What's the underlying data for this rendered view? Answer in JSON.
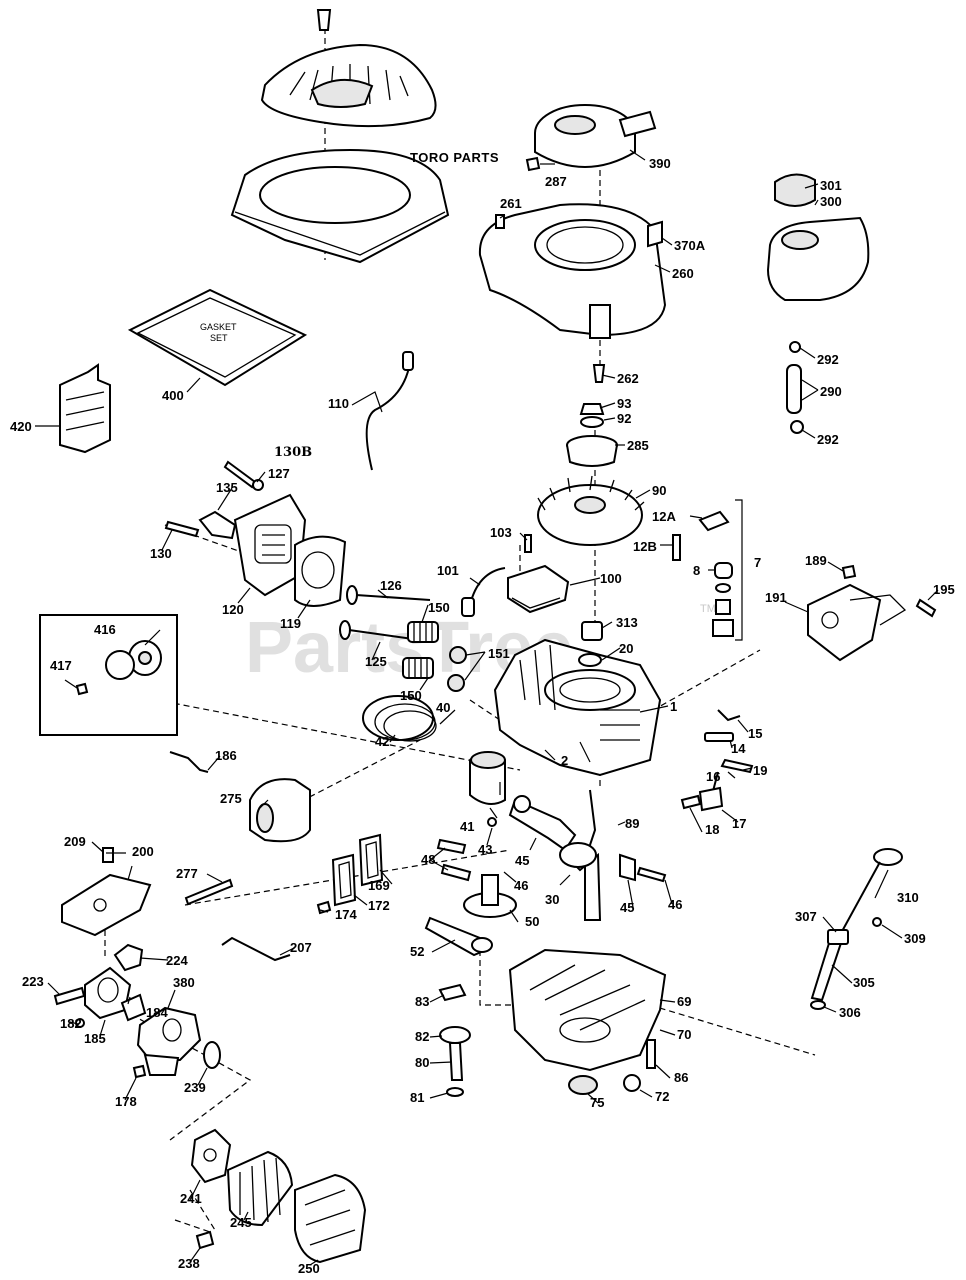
{
  "header": {
    "toro_parts": "TORO PARTS"
  },
  "watermark": {
    "text": "PartsTree",
    "tm": "TM"
  },
  "gasket_label": {
    "line1": "GASKET",
    "line2": "SET"
  },
  "callouts": {
    "c1": "1",
    "c2": "2",
    "c7": "7",
    "c8": "8",
    "c12a": "12A",
    "c12b": "12B",
    "c14": "14",
    "c15": "15",
    "c16": "16",
    "c17": "17",
    "c18": "18",
    "c19": "19",
    "c20": "20",
    "c30": "30",
    "c40": "40",
    "c41": "41",
    "c42": "42",
    "c43": "43",
    "c45a": "45",
    "c45b": "45",
    "c46a": "46",
    "c46b": "46",
    "c48": "48",
    "c50": "50",
    "c52": "52",
    "c69": "69",
    "c70": "70",
    "c72": "72",
    "c75": "75",
    "c80": "80",
    "c81": "81",
    "c82": "82",
    "c83": "83",
    "c86": "86",
    "c89": "89",
    "c90": "90",
    "c92": "92",
    "c93": "93",
    "c100": "100",
    "c101": "101",
    "c103": "103",
    "c110": "110",
    "c119": "119",
    "c120": "120",
    "c125": "125",
    "c126": "126",
    "c127": "127",
    "c130": "130",
    "c130b": "130B",
    "c135": "135",
    "c150a": "150",
    "c150b": "150",
    "c151": "151",
    "c169": "169",
    "c172": "172",
    "c174": "174",
    "c178": "178",
    "c182": "182",
    "c184": "184",
    "c185": "185",
    "c186": "186",
    "c189": "189",
    "c191": "191",
    "c195": "195",
    "c200": "200",
    "c207": "207",
    "c209": "209",
    "c223": "223",
    "c224": "224",
    "c238": "238",
    "c239": "239",
    "c241": "241",
    "c245": "245",
    "c250": "250",
    "c260": "260",
    "c261": "261",
    "c262": "262",
    "c275": "275",
    "c277": "277",
    "c285": "285",
    "c287": "287",
    "c290": "290",
    "c292a": "292",
    "c292b": "292",
    "c300": "300",
    "c301": "301",
    "c305": "305",
    "c306": "306",
    "c307": "307",
    "c309": "309",
    "c310": "310",
    "c313": "313",
    "c370a": "370A",
    "c380": "380",
    "c390": "390",
    "c400": "400",
    "c416": "416",
    "c417": "417",
    "c420": "420"
  }
}
